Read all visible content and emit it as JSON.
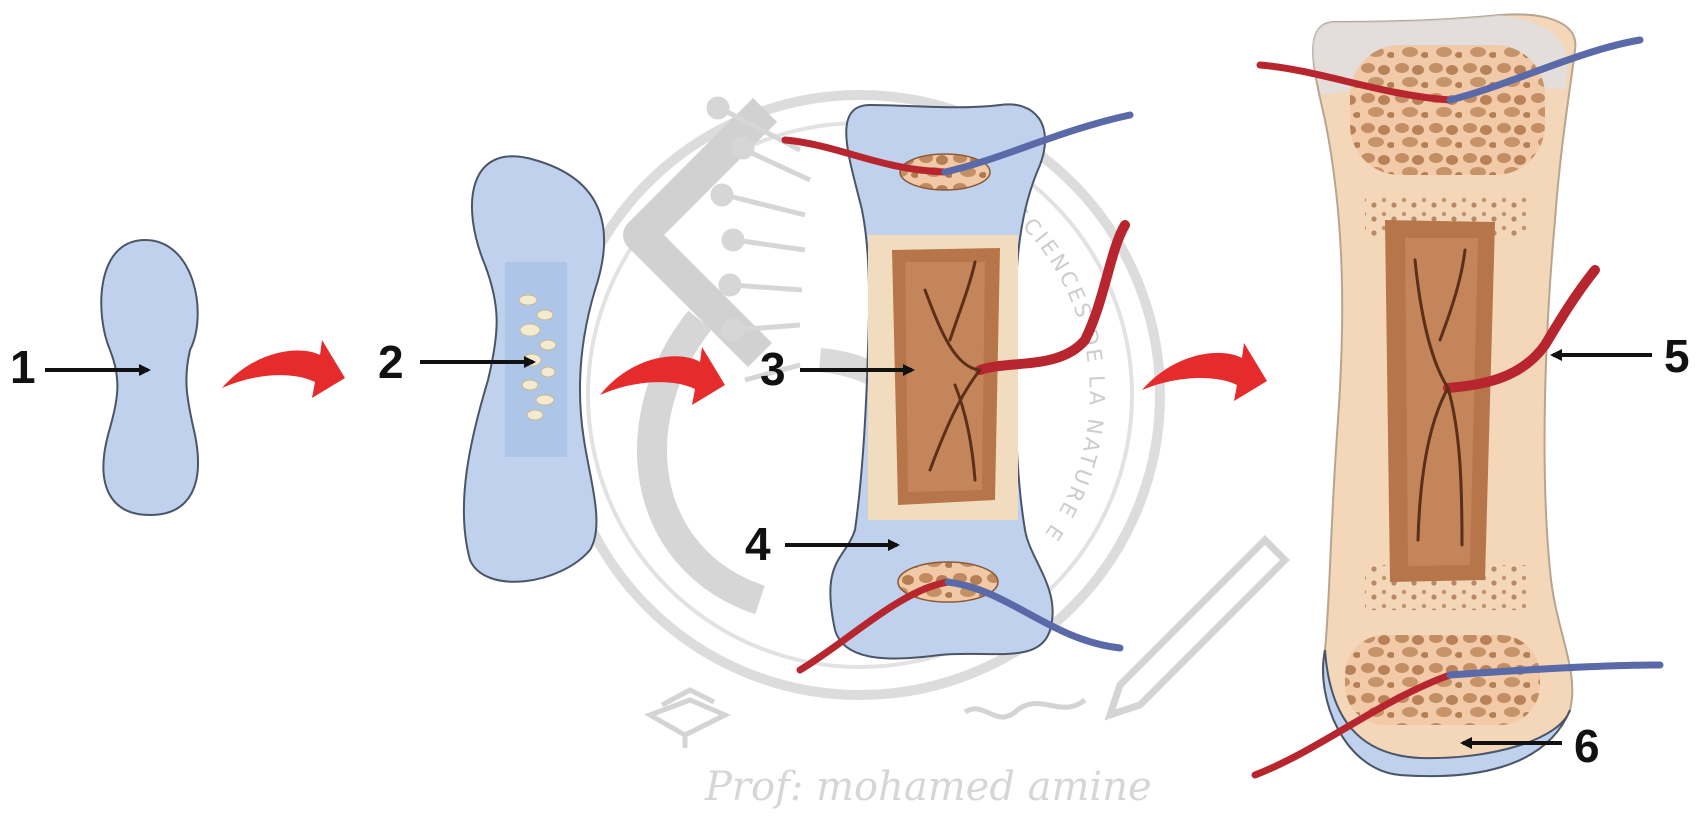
{
  "labels": [
    "1",
    "2",
    "3",
    "4",
    "5",
    "6"
  ],
  "watermark": {
    "author": "Prof: mohamed amine",
    "ring_text": "SCIENCES DE LA NATURE ET DE LA VIE"
  },
  "colors": {
    "cartilage": "#bfd1ec",
    "cartilage_outline": "#4a5568",
    "bone_shaft": "#f4d6b8",
    "spongy_bone": "#c9976a",
    "marrow": "#b7764a",
    "artery": "#b7262f",
    "vein": "#5a6aa8",
    "arrow_progress": "#e52b2b",
    "label_arrow": "#111111",
    "watermark": "#cccccc"
  },
  "icons": [
    "curved-red-arrow-icon",
    "pen-icon",
    "book-icon",
    "logo-watermark-icon"
  ]
}
